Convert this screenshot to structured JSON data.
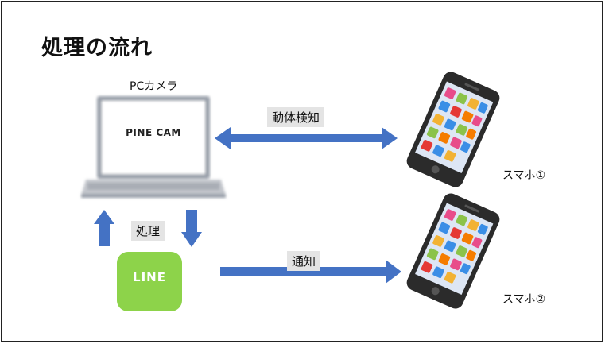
{
  "title": "処理の流れ",
  "pc": {
    "caption": "PCカメラ",
    "screen_text": "PINE CAM"
  },
  "arrows": {
    "detect_label": "動体検知",
    "process_label": "処理",
    "notify_label": "通知"
  },
  "line": {
    "logo_text": "LINE"
  },
  "phones": [
    {
      "label": "スマホ①"
    },
    {
      "label": "スマホ②"
    }
  ],
  "colors": {
    "arrow": "#4472c4",
    "line_green": "#8dd34a",
    "label_bg": "#e4e4e4"
  }
}
